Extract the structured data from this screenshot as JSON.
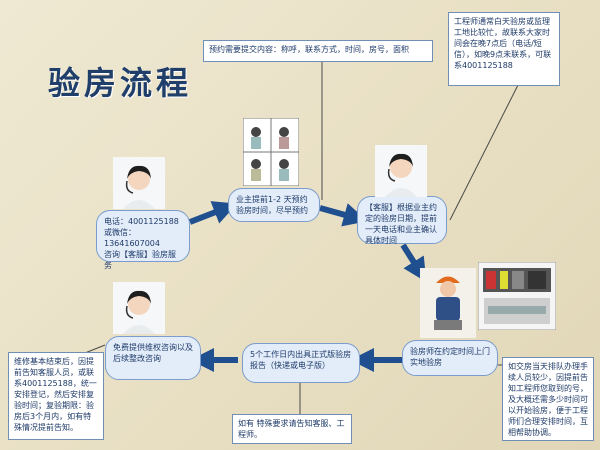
{
  "title": "验房流程",
  "notes": {
    "visit_info": "预约需要提交内容：称呼，联系方式，时间，房号，面积",
    "engineer_contact": "工程师通常白天验房或监理工地比较忙，故联系大家时间会在晚7点后（电话/短信），如晚9点未联系，可联系4001125188",
    "repair_followup": "维修基本结束后，因提前告知客服人员，或联系4001125188，统一安排登记，然后安排复验时间；复验期限：验房后3个月内，如有特殊情况提前告知。",
    "special_request": "如有 特殊要求请告知客服、工程师。",
    "queue": "如交房当天排队办理手续人员较少，因提前告知工程师您取到的号，及大概还需多少时间可以开始验房，便于工程师们合理安排时间，互相帮助协调。"
  },
  "steps": {
    "contact": "电话：4001125188\n或微信：13641607004\n咨询【客服】验房服务",
    "owner_book": "业主提前1-2 天预约验房时间，尽早预约",
    "service_confirm": "【客服】根据业主约定的验房日期，提前一天电话和业主确认具体时间",
    "engineer_visit": "验房师在约定时间上门实地验房",
    "report": "5个工作日内出具正式版验房报告（快递或电子版）",
    "consult": "免费提供维权咨询以及后续整改咨询"
  },
  "icons": [
    "service-agent-icon",
    "comic-booking-icon",
    "engineer-icon",
    "toolkit-icon"
  ],
  "colors": {
    "title": "#1f3e6a",
    "arrow": "#1f4f8f",
    "line": "#4a4a4a",
    "bubble_bg": "#e3edfa"
  }
}
